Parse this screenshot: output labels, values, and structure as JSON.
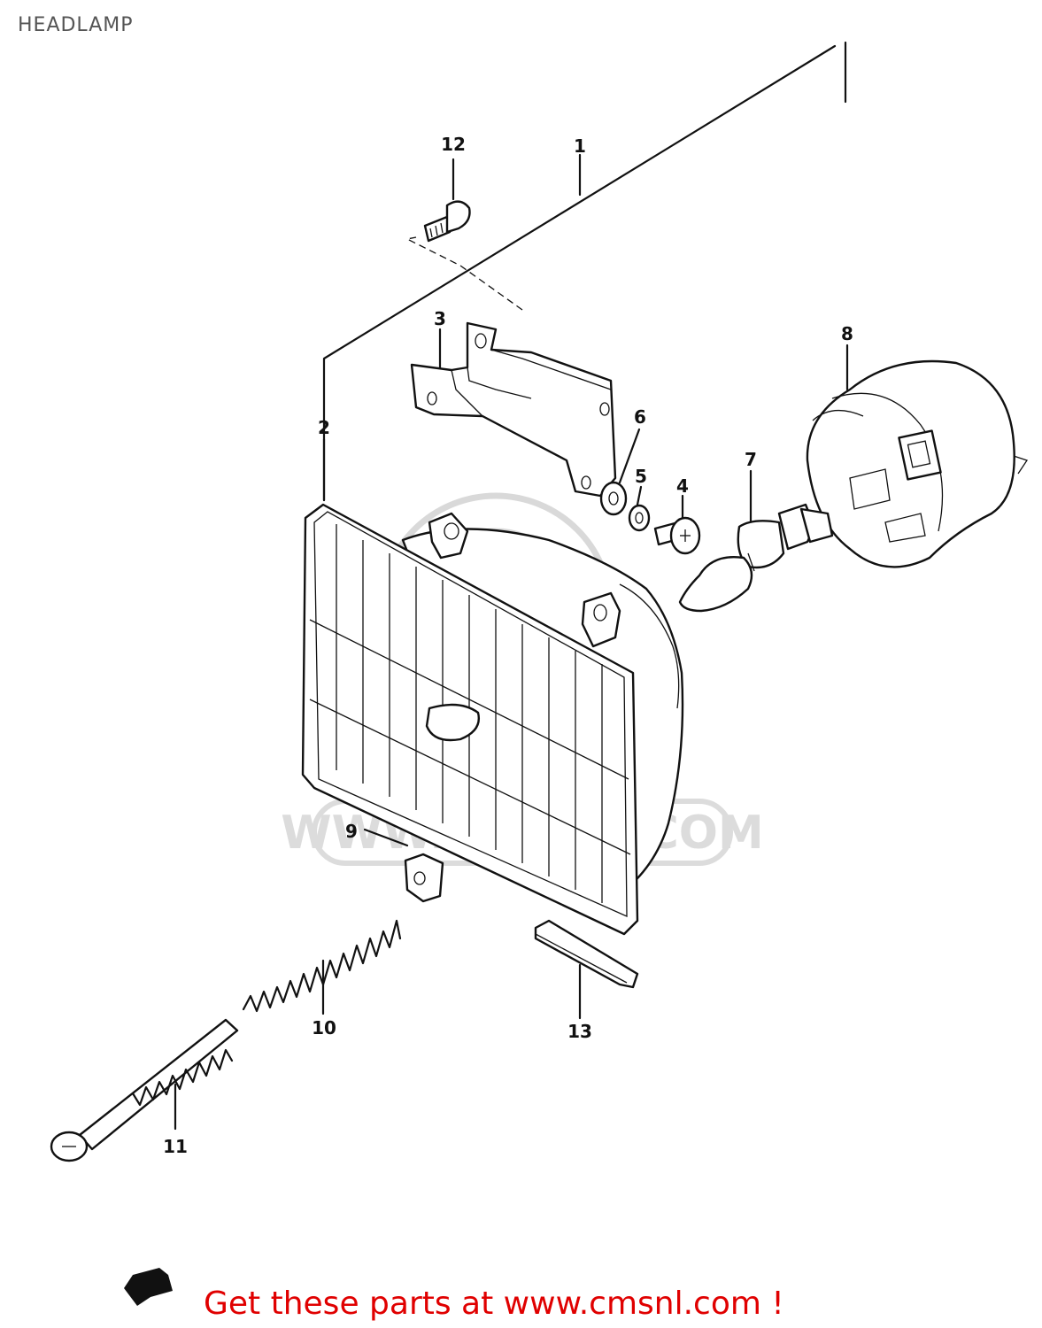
{
  "title": "HEADLAMP",
  "footer": {
    "text": "Get these parts at www.cmsnl.com !",
    "color": "#e00000"
  },
  "watermark": {
    "text": "WWW.CMSNL.COM"
  },
  "callouts": [
    {
      "id": "1",
      "label": "1"
    },
    {
      "id": "2",
      "label": "2"
    },
    {
      "id": "3",
      "label": "3"
    },
    {
      "id": "4",
      "label": "4"
    },
    {
      "id": "5",
      "label": "5"
    },
    {
      "id": "6",
      "label": "6"
    },
    {
      "id": "7",
      "label": "7"
    },
    {
      "id": "8",
      "label": "8"
    },
    {
      "id": "9",
      "label": "9"
    },
    {
      "id": "10",
      "label": "10"
    },
    {
      "id": "11",
      "label": "11"
    },
    {
      "id": "12",
      "label": "12"
    },
    {
      "id": "13",
      "label": "13"
    }
  ],
  "icons": {
    "front_arrow": "front-arrow-icon"
  }
}
